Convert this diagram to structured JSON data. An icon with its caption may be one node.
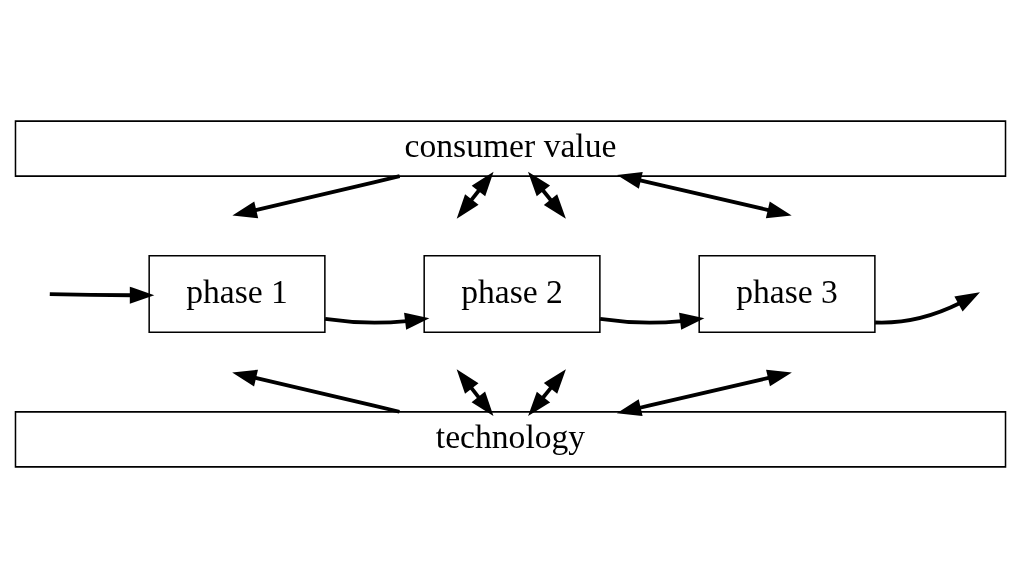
{
  "diagram": {
    "nodes": [
      {
        "text": [
          "consumer value"
        ]
      },
      {
        "text": [
          "phase 1"
        ]
      },
      {
        "text": [
          "phase 2"
        ]
      },
      {
        "text": [
          "phase 3"
        ]
      },
      {
        "text": [
          "technology"
        ]
      }
    ],
    "edges": [
      {
        "from": null,
        "to": 1,
        "arrow": "to"
      },
      {
        "from": 1,
        "to": 2,
        "arrow": "to"
      },
      {
        "from": 2,
        "to": 3,
        "arrow": "to"
      },
      {
        "from": 3,
        "to": null,
        "arrow": "to"
      },
      {
        "from": 0,
        "to": null,
        "arrow": "to"
      },
      {
        "from": 4,
        "to": null,
        "arrow": "to"
      },
      {
        "from": 0,
        "to": null,
        "arrow": "both"
      },
      {
        "from": 4,
        "to": null,
        "arrow": "both"
      },
      {
        "from": 0,
        "to": null,
        "arrow": "both"
      },
      {
        "from": 4,
        "to": null,
        "arrow": "both"
      },
      {
        "from": 0,
        "to": null,
        "arrow": "both"
      },
      {
        "from": 4,
        "to": null,
        "arrow": "both"
      }
    ]
  }
}
